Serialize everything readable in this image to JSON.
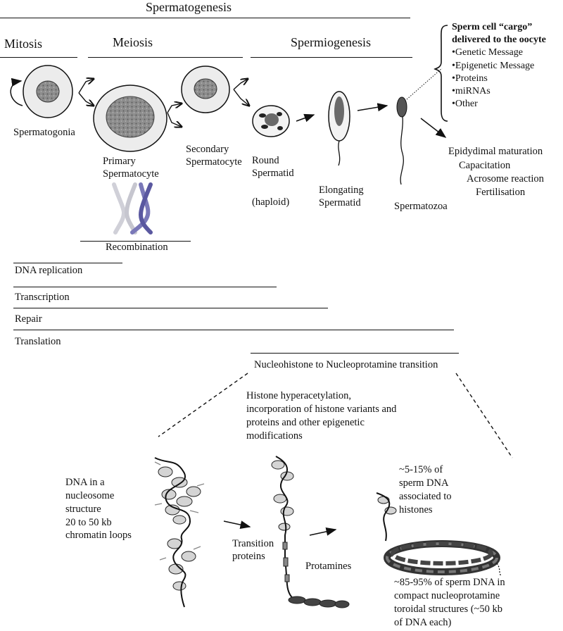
{
  "header": {
    "title": "Spermatogenesis",
    "phases": {
      "mitosis": "Mitosis",
      "meiosis": "Meiosis",
      "spermiogenesis": "Spermiogenesis"
    }
  },
  "cells": {
    "spermatogonia": "Spermatogonia",
    "primary_line1": "Primary",
    "primary_line2": "Spermatocyte",
    "secondary_line1": "Secondary",
    "secondary_line2": "Spermatocyte",
    "round_line1": "Round",
    "round_line2": "Spermatid",
    "haploid": "(haploid)",
    "elongating_line1": "Elongating",
    "elongating_line2": "Spermatid",
    "spermatozoa": "Spermatozoa"
  },
  "cargo": {
    "title_line1": "Sperm cell “cargo”",
    "title_line2": "delivered to the oocyte",
    "items": [
      "•Genetic Message",
      "•Epigenetic Message",
      "•Proteins",
      "•miRNAs",
      "•Other"
    ]
  },
  "post_steps": [
    "Epidydimal maturation",
    "Capacitation",
    "Acrosome reaction",
    "Fertilisation"
  ],
  "processes": {
    "recombination": "Recombination",
    "dna_replication": "DNA replication",
    "transcription": "Transcription",
    "repair": "Repair",
    "translation": "Translation"
  },
  "transition": {
    "title": "Nucleohistone to Nucleoprotamine transition",
    "hyper_lines": [
      "Histone hyperacetylation,",
      "incorporation of histone variants and",
      "proteins and other epigenetic",
      "modifications"
    ],
    "dna_lines": [
      "DNA in a",
      "nucleosome",
      "structure",
      "20 to 50 kb",
      "chromatin loops"
    ],
    "transition_proteins_lines": [
      "Transition",
      "proteins"
    ],
    "protamines": "Protamines",
    "histone_pct_lines": [
      "~5-15% of",
      "sperm DNA",
      "associated to",
      "histones"
    ],
    "protamine_pct_lines": [
      "~85-95% of sperm DNA in",
      "compact nucleoprotamine",
      "toroidal structures (~50 kb",
      "of DNA each)"
    ]
  }
}
